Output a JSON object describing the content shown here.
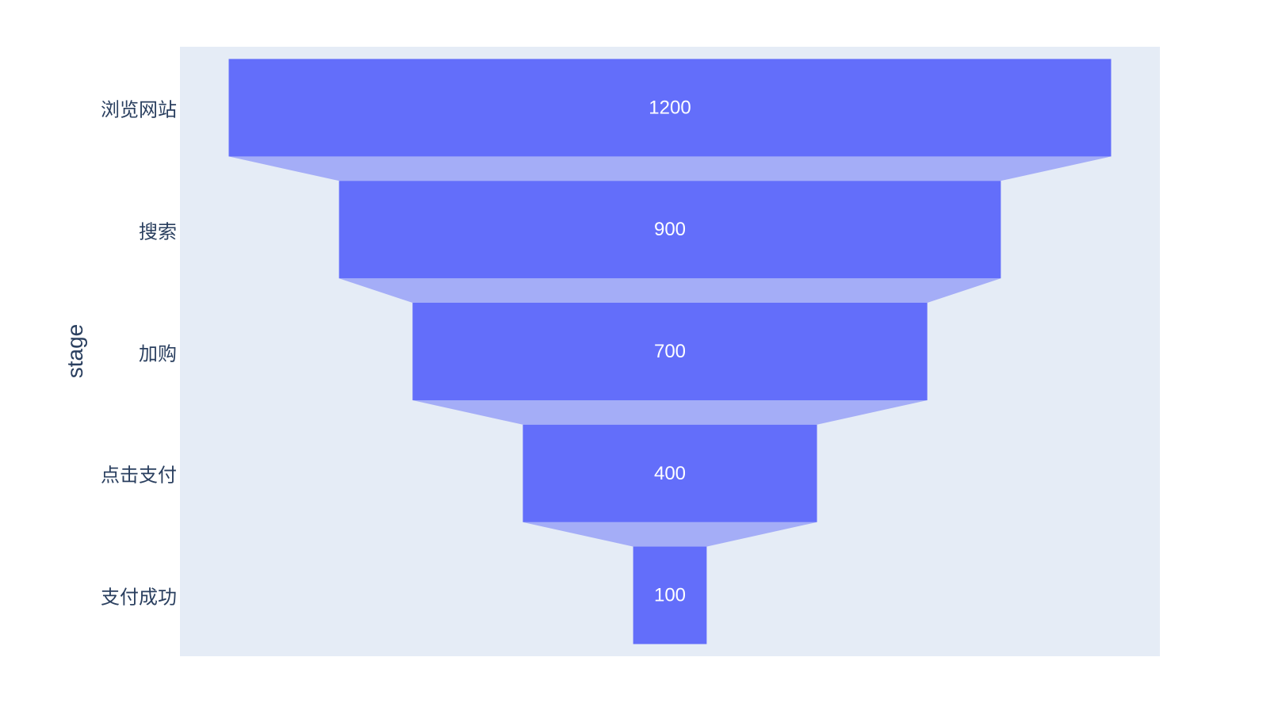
{
  "chart_data": {
    "type": "funnel",
    "ylabel": "stage",
    "stages": [
      "浏览网站",
      "搜索",
      "加购",
      "点击支付",
      "支付成功"
    ],
    "values": [
      1200,
      900,
      700,
      400,
      100
    ],
    "value_labels": [
      "1200",
      "900",
      "700",
      "400",
      "100"
    ],
    "xlabel": "",
    "title": "",
    "legend": "none",
    "grid": false,
    "colors": {
      "bar": "#636EFA",
      "connector": "#A4ADF7",
      "plot_background": "#E5ECF6",
      "paper_background": "#FFFFFF",
      "axis_text": "#2A3F5F",
      "value_text": "#FFFFFF"
    }
  }
}
